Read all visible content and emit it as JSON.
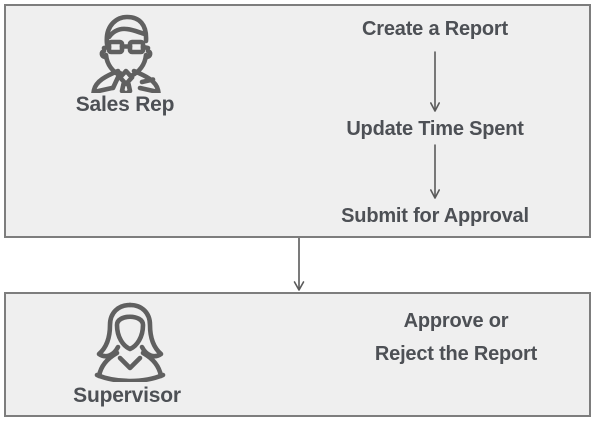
{
  "diagram_type": "flowchart",
  "colors": {
    "background": "#ffffff",
    "lane_fill": "#efefef",
    "lane_border": "#7d7d7d",
    "text": "#4d5055",
    "icon_stroke": "#606060",
    "arrow": "#5a5a5a"
  },
  "lanes": [
    {
      "actor": {
        "label": "Sales Rep",
        "icon": "male-person-icon"
      },
      "steps": [
        "Create a Report",
        "Update Time Spent",
        "Submit for Approval"
      ]
    },
    {
      "actor": {
        "label": "Supervisor",
        "icon": "female-person-icon"
      },
      "steps": [
        "Approve or\nReject the Report"
      ]
    }
  ]
}
